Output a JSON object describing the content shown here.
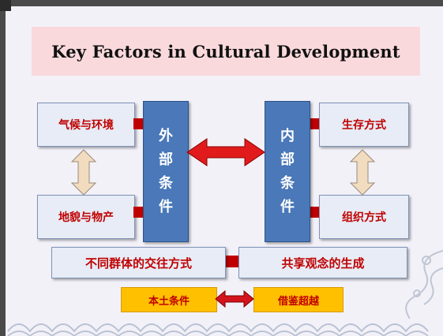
{
  "title": "Key Factors in Cultural Development",
  "external": {
    "chars": [
      "外",
      "部",
      "条",
      "件"
    ],
    "factors": [
      "气候与环境",
      "地貌与物产"
    ]
  },
  "internal": {
    "chars": [
      "内",
      "部",
      "条",
      "件"
    ],
    "factors": [
      "生存方式",
      "组织方式"
    ]
  },
  "bottom_row": [
    "不同群体的交往方式",
    "共享观念的生成"
  ],
  "pills": [
    "本土条件",
    "借鉴超越"
  ],
  "colors": {
    "background": "#f3f1f8",
    "title_band": "#f9d9dc",
    "box_fill": "#e7ecf6",
    "column_fill": "#4a78b8",
    "text_red": "#c00000",
    "pill_fill": "#ffc000",
    "arrow_fill": "#f2dcc0",
    "connector": "#c00000"
  }
}
